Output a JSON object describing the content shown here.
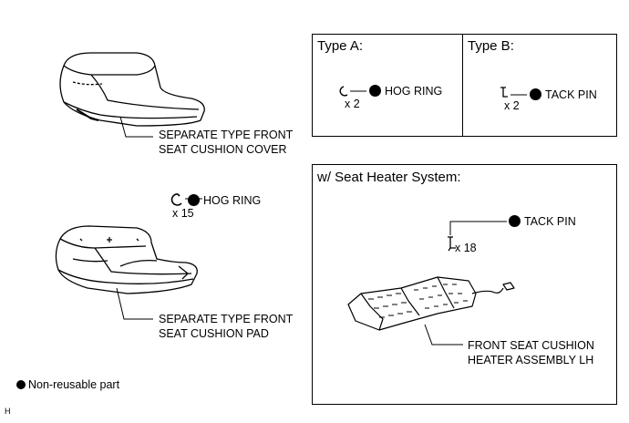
{
  "cover": {
    "label_line1": "SEPARATE TYPE FRONT",
    "label_line2": "SEAT CUSHION COVER"
  },
  "pad": {
    "label_line1": "SEPARATE TYPE FRONT",
    "label_line2": "SEAT CUSHION PAD"
  },
  "hog_ring_main": {
    "qty": "x 15",
    "label": "HOG RING"
  },
  "type_a": {
    "title": "Type A:",
    "qty": "x 2",
    "label": "HOG RING"
  },
  "type_b": {
    "title": "Type B:",
    "qty": "x 2",
    "label": "TACK PIN"
  },
  "heater": {
    "title": "w/ Seat Heater System:",
    "tack_label": "TACK PIN",
    "tack_qty": "x 18",
    "assembly_line1": "FRONT SEAT CUSHION",
    "assembly_line2": "HEATER ASSEMBLY LH"
  },
  "legend": {
    "label": "Non-reusable part"
  },
  "corner_code": "H"
}
